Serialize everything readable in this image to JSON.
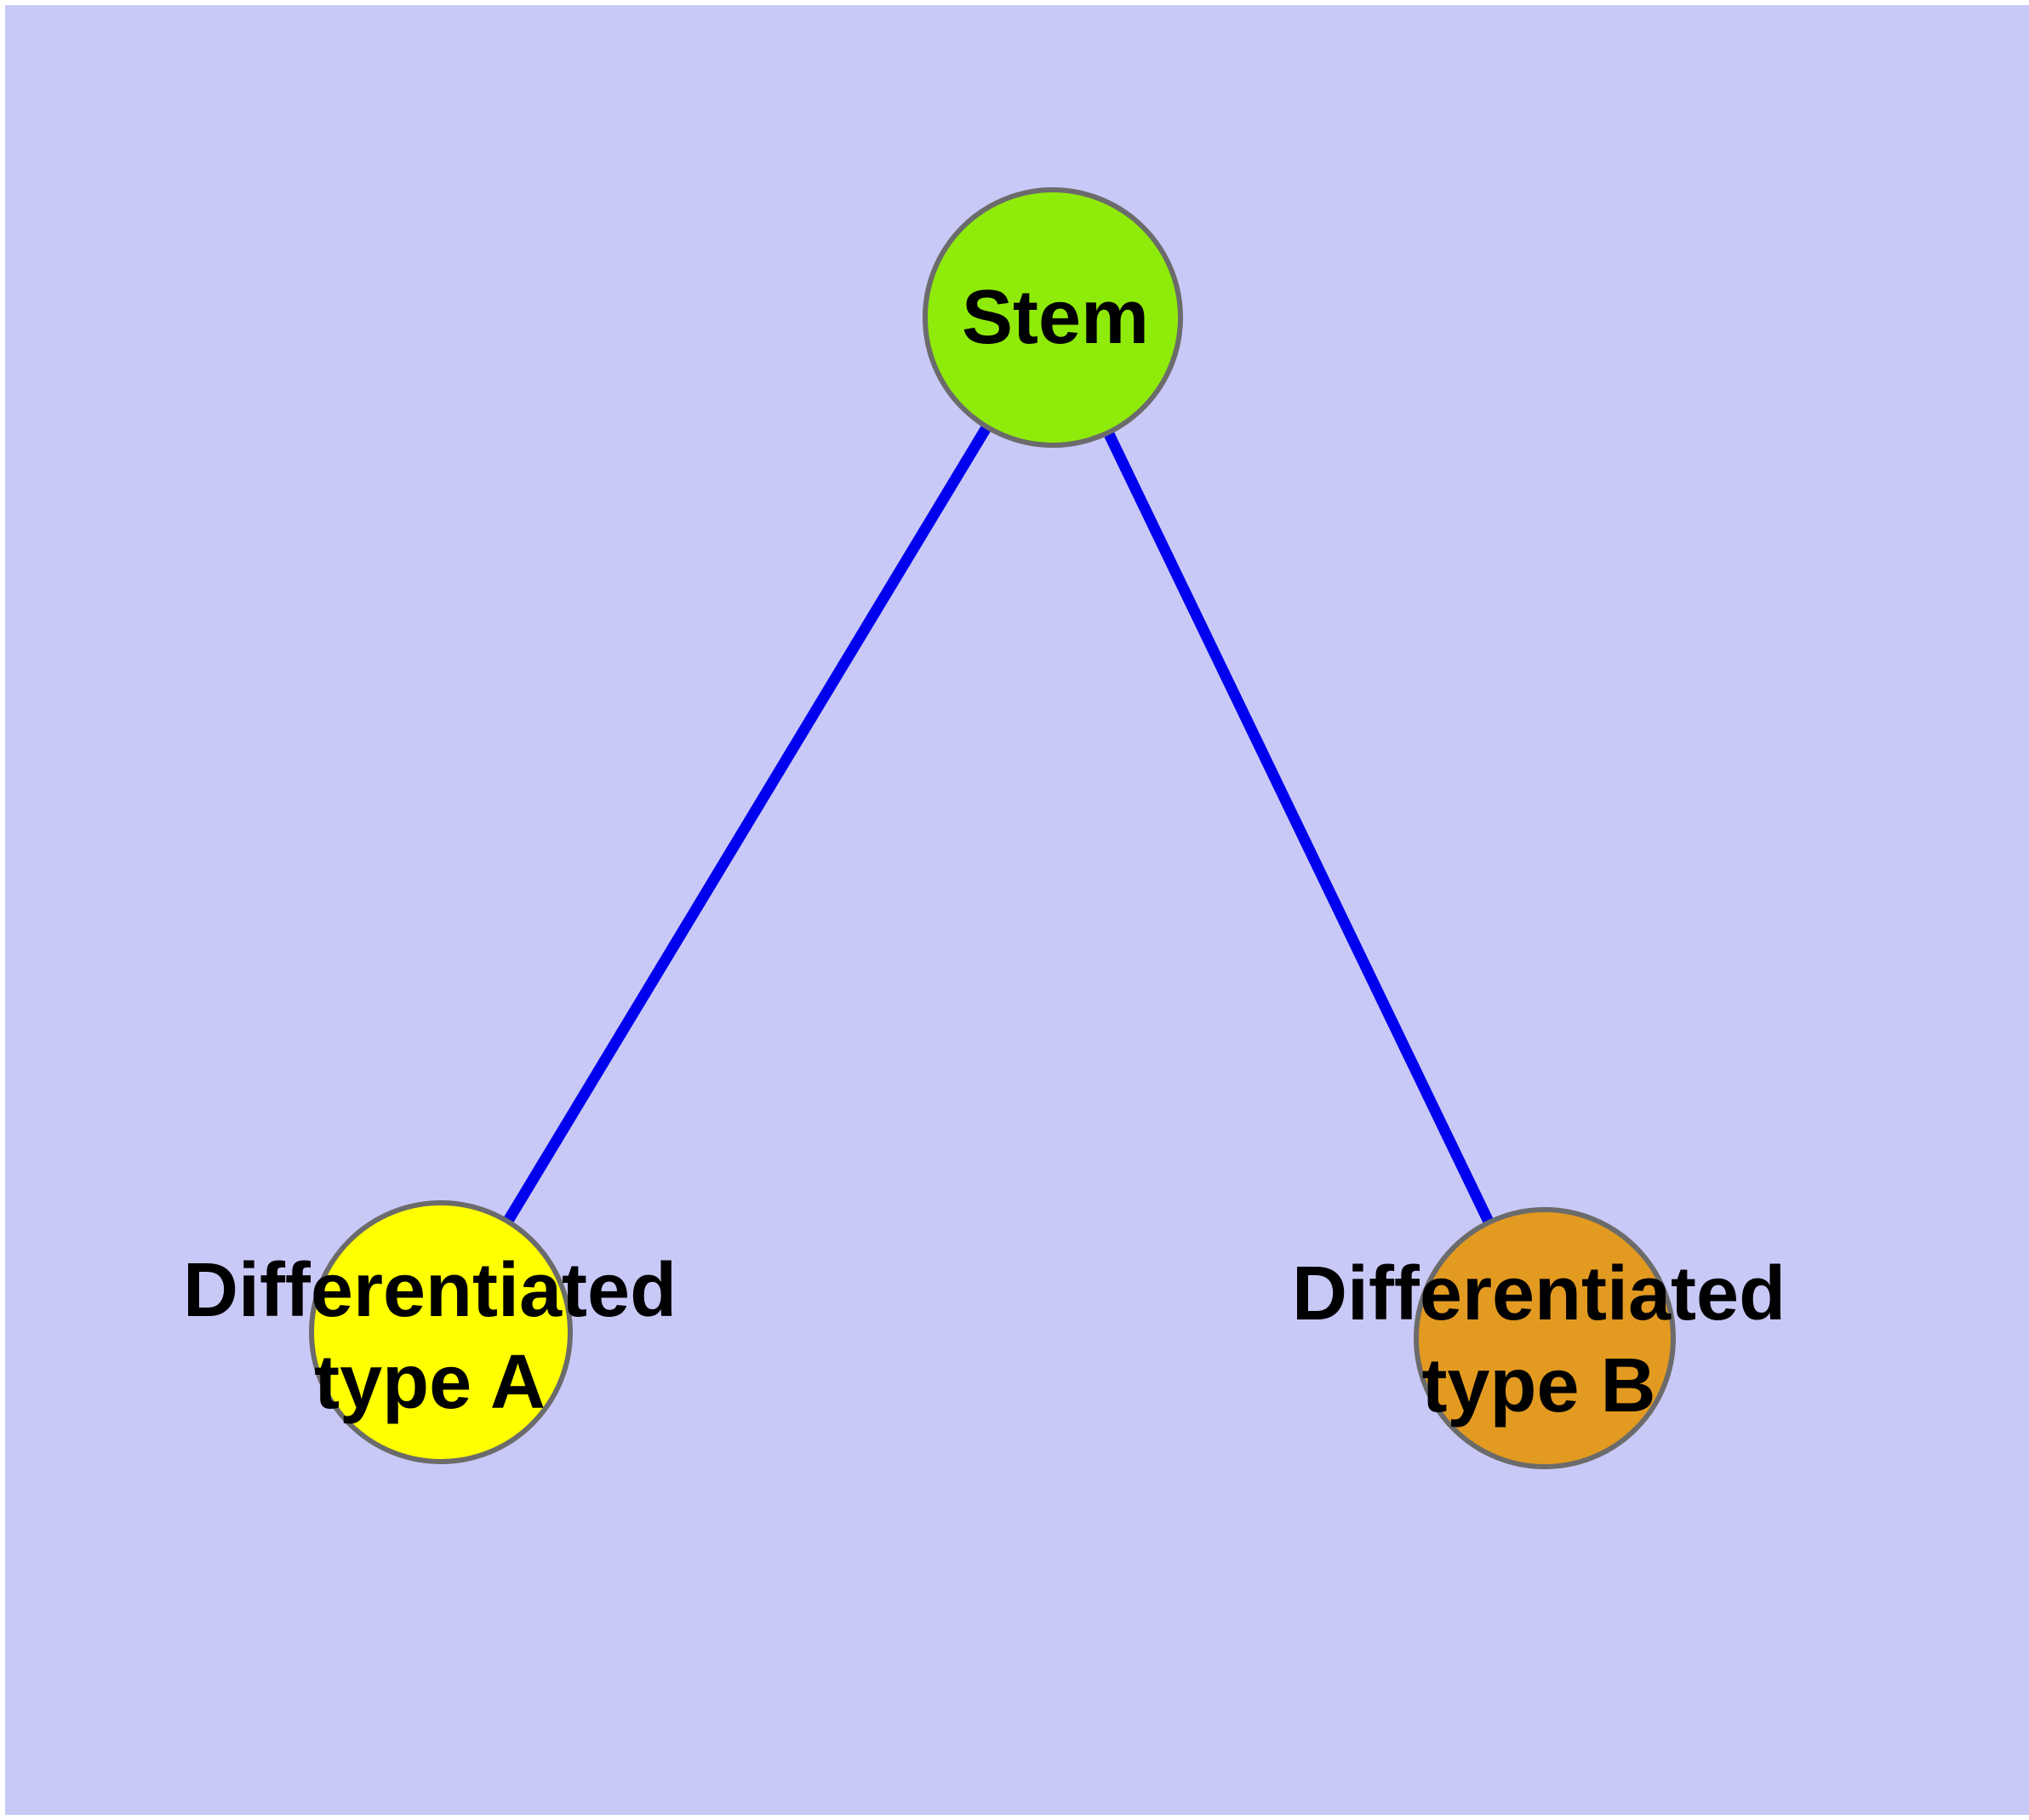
{
  "colors": {
    "background": "#C9C9F8",
    "page_margin": "#FFFFFF",
    "edge": "#0000EE",
    "node_border": "#6B6B6B",
    "label_text": "#000000"
  },
  "diagram": {
    "type": "node-link-graph",
    "nodes": [
      {
        "id": "stem",
        "label": "Stem",
        "fill": "#8FEB0A"
      },
      {
        "id": "diff-a",
        "label": "Differentiated\ntype A",
        "fill": "#FFFF00"
      },
      {
        "id": "diff-b",
        "label": "Differentiated\ntype B",
        "fill": "#E29A20"
      }
    ],
    "edges": [
      {
        "from": "stem",
        "to": "diff-a"
      },
      {
        "from": "stem",
        "to": "diff-b"
      }
    ]
  }
}
